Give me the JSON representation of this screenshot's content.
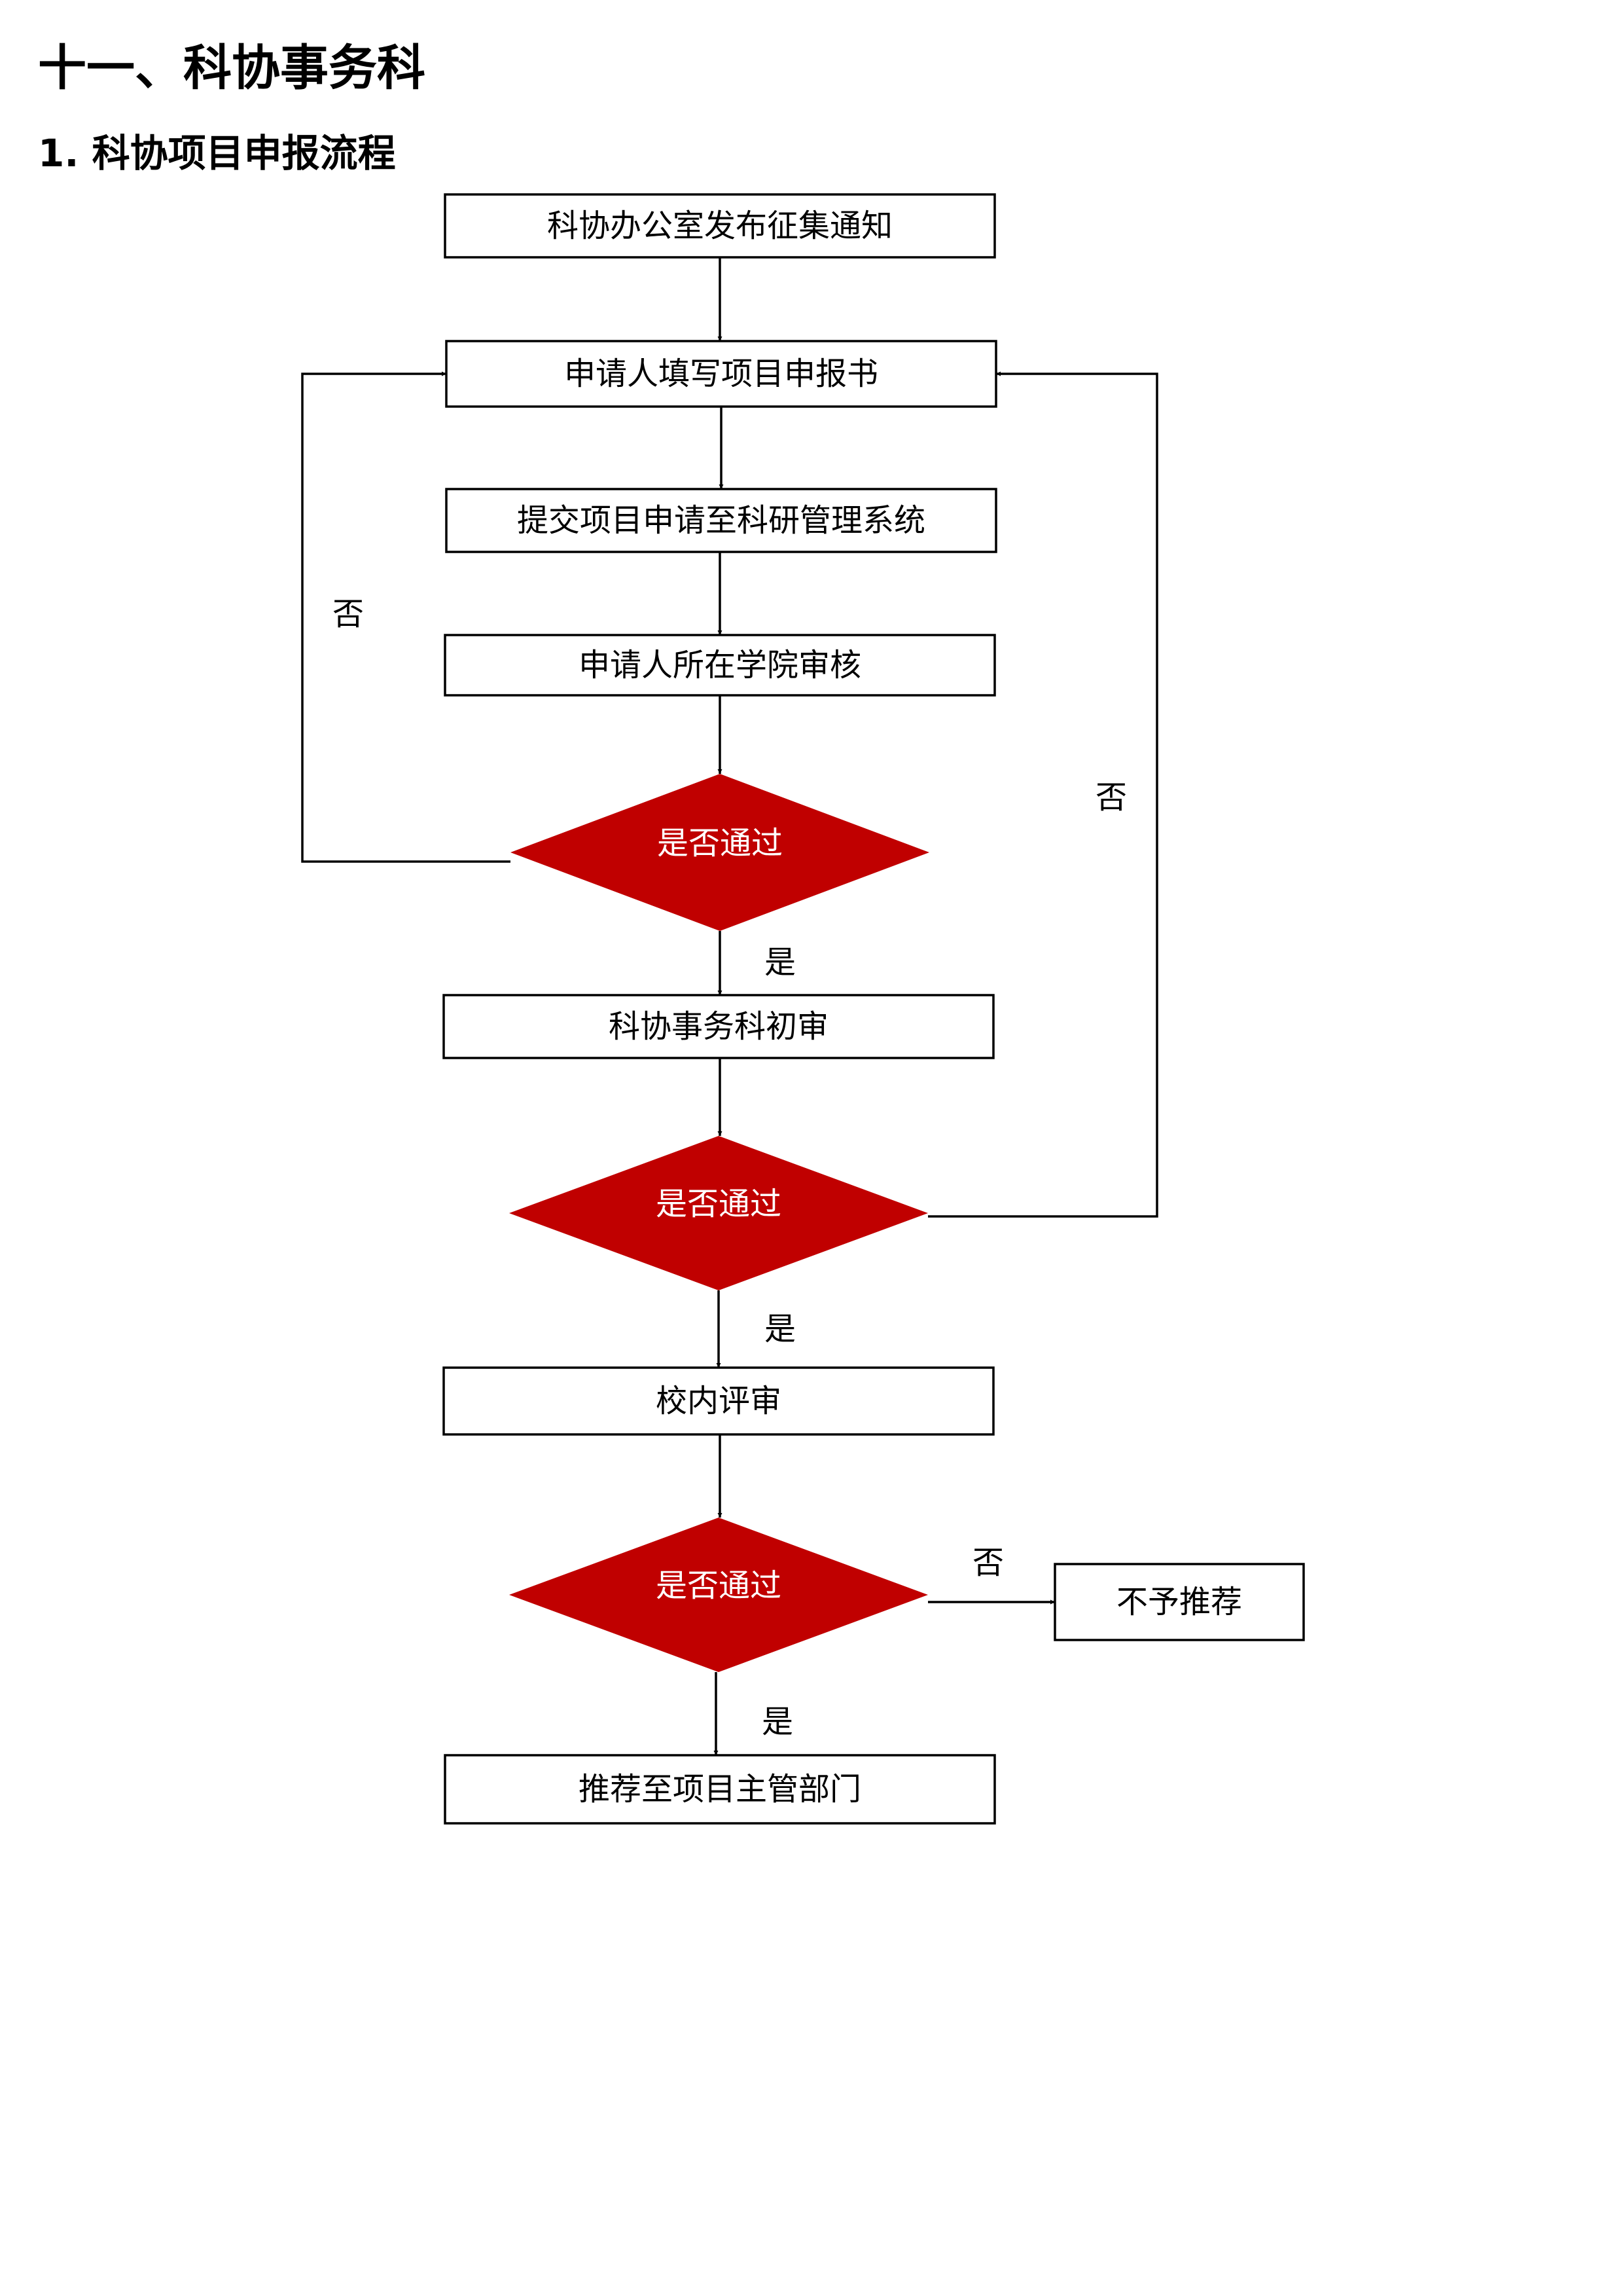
{
  "header": {
    "title": "十一、科协事务科",
    "subtitle": "1. 科协项目申报流程"
  },
  "flow": {
    "nodes": [
      {
        "id": "n1",
        "kind": "box",
        "label": "科协办公室发布征集通知"
      },
      {
        "id": "n2",
        "kind": "box",
        "label": "申请人填写项目申报书"
      },
      {
        "id": "n3",
        "kind": "box",
        "label": "提交项目申请至科研管理系统"
      },
      {
        "id": "n4",
        "kind": "box",
        "label": "申请人所在学院审核"
      },
      {
        "id": "d1",
        "kind": "decision",
        "label": "是否通过"
      },
      {
        "id": "n5",
        "kind": "box",
        "label": "科协事务科初审"
      },
      {
        "id": "d2",
        "kind": "decision",
        "label": "是否通过"
      },
      {
        "id": "n6",
        "kind": "box",
        "label": "校内评审"
      },
      {
        "id": "d3",
        "kind": "decision",
        "label": "是否通过"
      },
      {
        "id": "n7",
        "kind": "box",
        "label": "不予推荐"
      },
      {
        "id": "n8",
        "kind": "box",
        "label": "推荐至项目主管部门"
      }
    ],
    "edges": [
      {
        "id": "e1",
        "from": "n1",
        "to": "n2",
        "label": ""
      },
      {
        "id": "e2",
        "from": "n2",
        "to": "n3",
        "label": ""
      },
      {
        "id": "e3",
        "from": "n3",
        "to": "n4",
        "label": ""
      },
      {
        "id": "e4",
        "from": "n4",
        "to": "d1",
        "label": ""
      },
      {
        "id": "e5",
        "from": "d1",
        "to": "n5",
        "label": "是"
      },
      {
        "id": "e6",
        "from": "d1",
        "to": "n2",
        "label": "否"
      },
      {
        "id": "e7",
        "from": "n5",
        "to": "d2",
        "label": ""
      },
      {
        "id": "e8",
        "from": "d2",
        "to": "n6",
        "label": "是"
      },
      {
        "id": "e9",
        "from": "d2",
        "to": "n2",
        "label": "否"
      },
      {
        "id": "e10",
        "from": "n6",
        "to": "d3",
        "label": ""
      },
      {
        "id": "e11",
        "from": "d3",
        "to": "n8",
        "label": "是"
      },
      {
        "id": "e12",
        "from": "d3",
        "to": "n7",
        "label": "否"
      }
    ]
  },
  "colors": {
    "decision_fill": "#c00000",
    "decision_text": "#ffffff",
    "line": "#000000",
    "box_fill": "#ffffff"
  }
}
